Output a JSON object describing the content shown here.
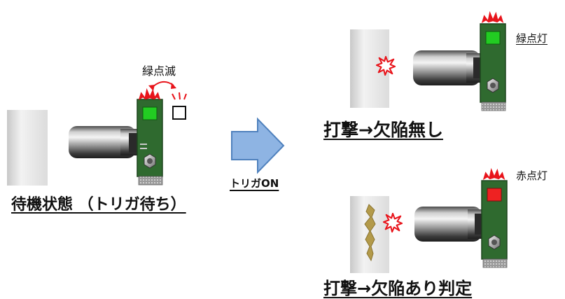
{
  "labels": {
    "blink": "緑点滅",
    "green_on": "緑点灯",
    "red_on": "赤点灯",
    "trigger": "トリガON",
    "standby": "待機状態 （トリガ待ち）",
    "result_ok": "打撃→欠陥無し",
    "result_ng": "打撃→欠陥あり判定"
  },
  "colors": {
    "led_green": "#22cc22",
    "led_red": "#ee2222",
    "pcb": "#2f6a2f",
    "spark": "#e8141b",
    "arrow_fill": "#8eb4e3",
    "arrow_stroke": "#4f81bd",
    "defect": "#b39a4a"
  },
  "icons": [
    "sensor-device",
    "spark-icon",
    "blink-arrow-icon",
    "right-arrow-icon",
    "target-panel",
    "defect-crack"
  ]
}
